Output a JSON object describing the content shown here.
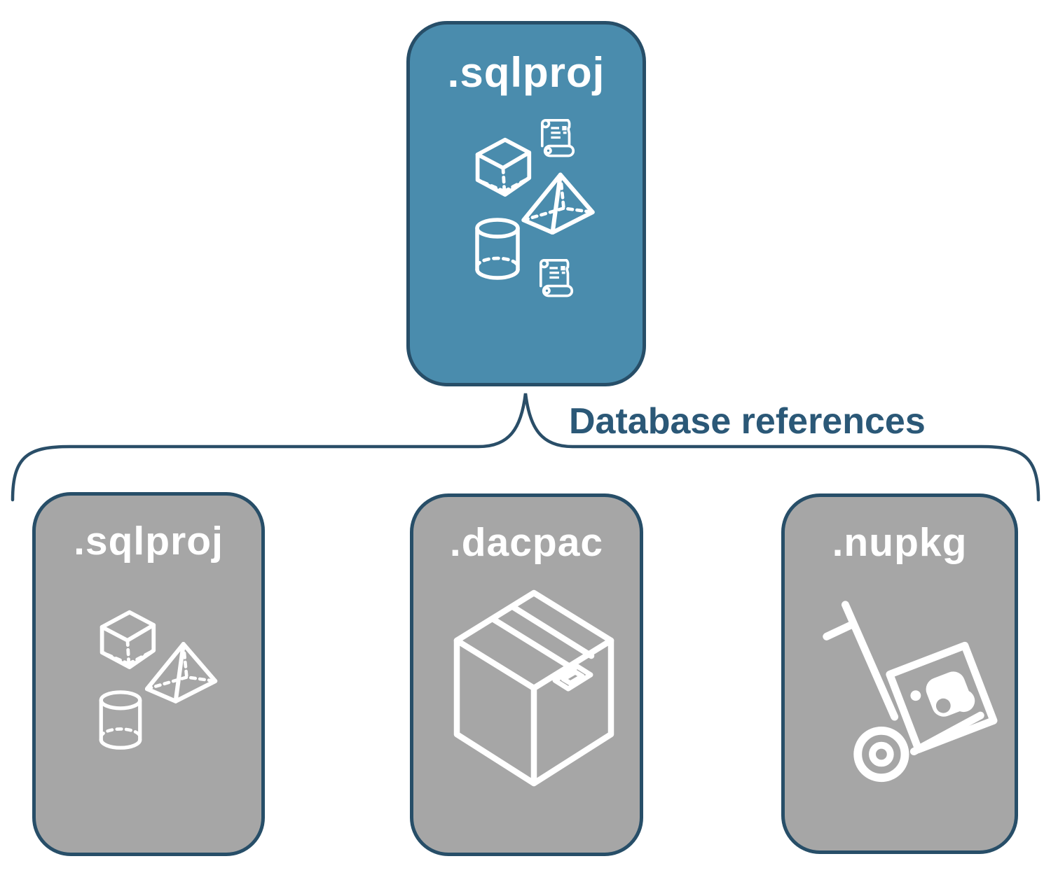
{
  "diagram": {
    "title": "SQL project database references diagram",
    "colors": {
      "root_fill": "#4a8cad",
      "child_fill": "#a6a6a6",
      "border_stroke": "#274e68",
      "connector_stroke": "#2a4e68",
      "connector_label_text": "#2b5877",
      "node_title_text": "#ffffff",
      "icon_stroke": "#ffffff"
    },
    "root": {
      "label": ".sqlproj",
      "icons": [
        "scroll-icon",
        "cube-icon",
        "pyramid-icon",
        "cylinder-icon",
        "scroll-icon"
      ]
    },
    "connector": {
      "label": "Database references",
      "style": "curly-brace from root to all children"
    },
    "children": [
      {
        "label": ".sqlproj",
        "icons": [
          "cube-icon",
          "pyramid-icon",
          "cylinder-icon"
        ]
      },
      {
        "label": ".dacpac",
        "icons": [
          "package-box-icon"
        ]
      },
      {
        "label": ".nupkg",
        "icons": [
          "nuget-handtruck-icon"
        ]
      }
    ]
  }
}
